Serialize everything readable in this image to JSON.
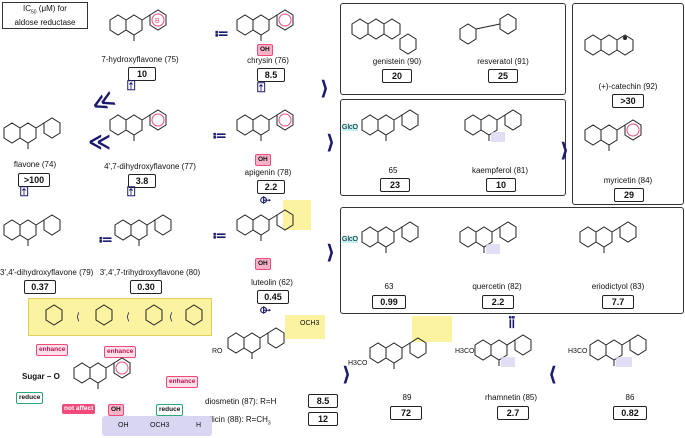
{
  "header": {
    "title_line1": "IC",
    "title_sub": "50",
    "title_rest": " (μM) for",
    "title_line2": "aldose reductase"
  },
  "ring_label": "B",
  "oh_label": "OH",
  "glco_label": "GlcO",
  "compounds": [
    {
      "name": "7-hydroxyflavone (75)",
      "value": "10"
    },
    {
      "name": "chrysin (76)",
      "value": "8.5"
    },
    {
      "name": "flavone (74)",
      "value": ">100"
    },
    {
      "name": "4',7-dihydroxyflavone (77)",
      "value": "3.8"
    },
    {
      "name": "apigenin (78)",
      "value": "2.2"
    },
    {
      "name": "3',4'-dihydroxyflavone (79)",
      "value": "0.37"
    },
    {
      "name": "3',4',7-trihydroxyflavone (80)",
      "value": "0.30"
    },
    {
      "name": "luteolin (62)",
      "value": "0.45"
    },
    {
      "name": "genistein (90)",
      "value": "20"
    },
    {
      "name": "resveratol (91)",
      "value": "25"
    },
    {
      "name": "(+)-catechin (92)",
      "value": ">30"
    },
    {
      "name": "65",
      "value": "23"
    },
    {
      "name": "kaempferol (81)",
      "value": "10"
    },
    {
      "name": "myricetin (84)",
      "value": "29"
    },
    {
      "name": "63",
      "value": "0.99"
    },
    {
      "name": "quercetin (82)",
      "value": "2.2"
    },
    {
      "name": "eriodictyol (83)",
      "value": "7.7"
    },
    {
      "name": "89",
      "value": "72"
    },
    {
      "name": "rhamnetin (85)",
      "value": "2.7"
    },
    {
      "name": "86",
      "value": "0.82"
    }
  ],
  "diosmetin": {
    "name": "diosmetin (87): R=H",
    "value": "8.5",
    "name2": "pilicin (88): R=CH",
    "name2_sub": "3",
    "value2": "12",
    "r_label": "RO",
    "och3": "OCH3"
  },
  "h3co": "H3CO",
  "sar": {
    "enhance1": "enhance",
    "enhance2": "enhance",
    "enhance3": "enhance",
    "not_affect": "not affect",
    "reduce1": "reduce",
    "reduce2": "reduce",
    "sugar": "Sugar – O",
    "oh": "OH",
    "och3": "OCH3",
    "h": "H"
  },
  "colors": {
    "pink": "#f04a7a",
    "yellow": "#fbf3a0",
    "lavender": "#d9d6f2",
    "cyan": "#bff3f5",
    "navy": "#1a1a6e",
    "green": "#2aa876"
  }
}
